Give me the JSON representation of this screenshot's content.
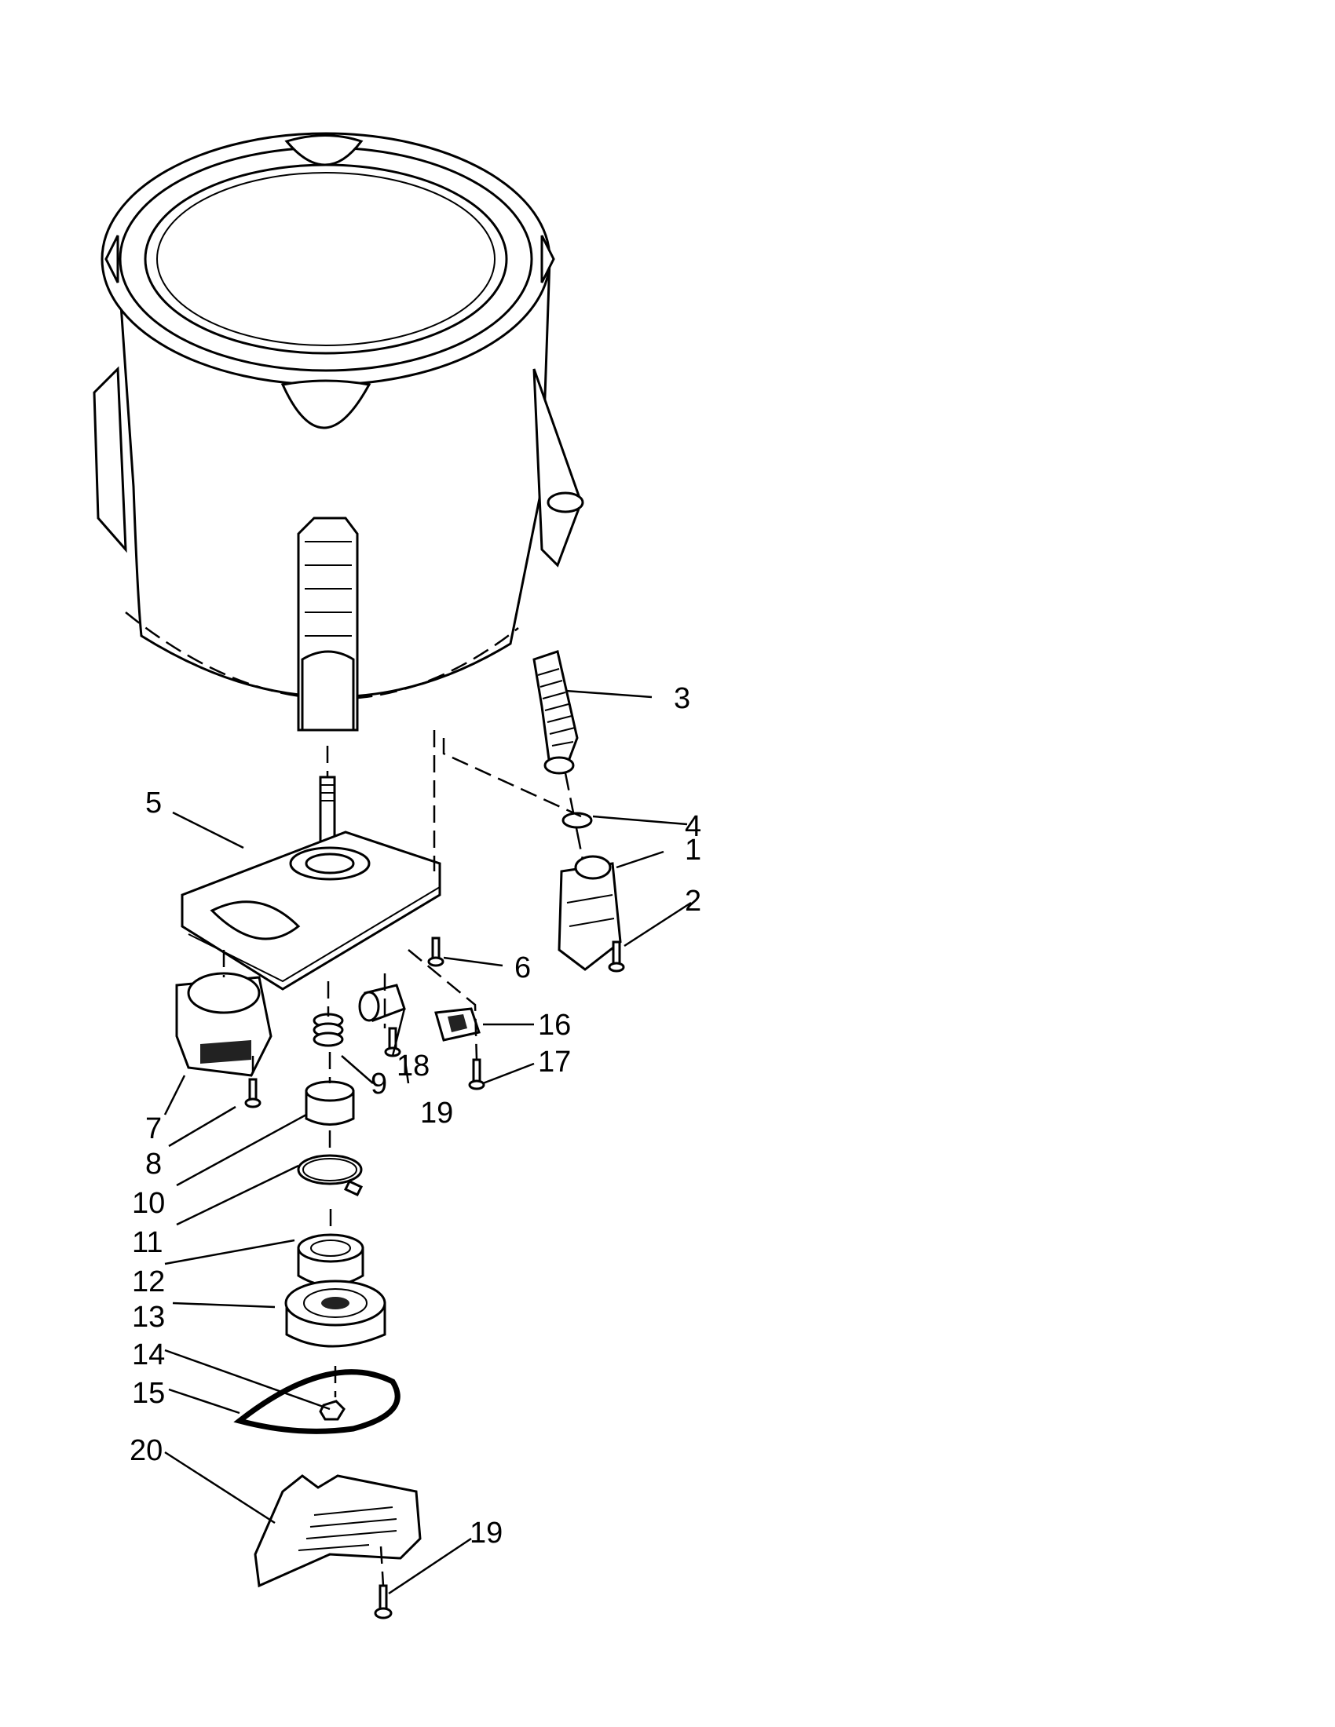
{
  "diagram": {
    "callouts": [
      {
        "id": "c1",
        "label": "1"
      },
      {
        "id": "c2",
        "label": "2"
      },
      {
        "id": "c3",
        "label": "3"
      },
      {
        "id": "c4",
        "label": "4"
      },
      {
        "id": "c5",
        "label": "5"
      },
      {
        "id": "c6",
        "label": "6"
      },
      {
        "id": "c7",
        "label": "7"
      },
      {
        "id": "c8",
        "label": "8"
      },
      {
        "id": "c9",
        "label": "9"
      },
      {
        "id": "c10",
        "label": "10"
      },
      {
        "id": "c11",
        "label": "11"
      },
      {
        "id": "c12",
        "label": "12"
      },
      {
        "id": "c13",
        "label": "13"
      },
      {
        "id": "c14",
        "label": "14"
      },
      {
        "id": "c15",
        "label": "15"
      },
      {
        "id": "c16",
        "label": "16"
      },
      {
        "id": "c17",
        "label": "17"
      },
      {
        "id": "c18",
        "label": "18"
      },
      {
        "id": "c19a",
        "label": "19"
      },
      {
        "id": "c19b",
        "label": "19"
      },
      {
        "id": "c20",
        "label": "20"
      }
    ]
  }
}
